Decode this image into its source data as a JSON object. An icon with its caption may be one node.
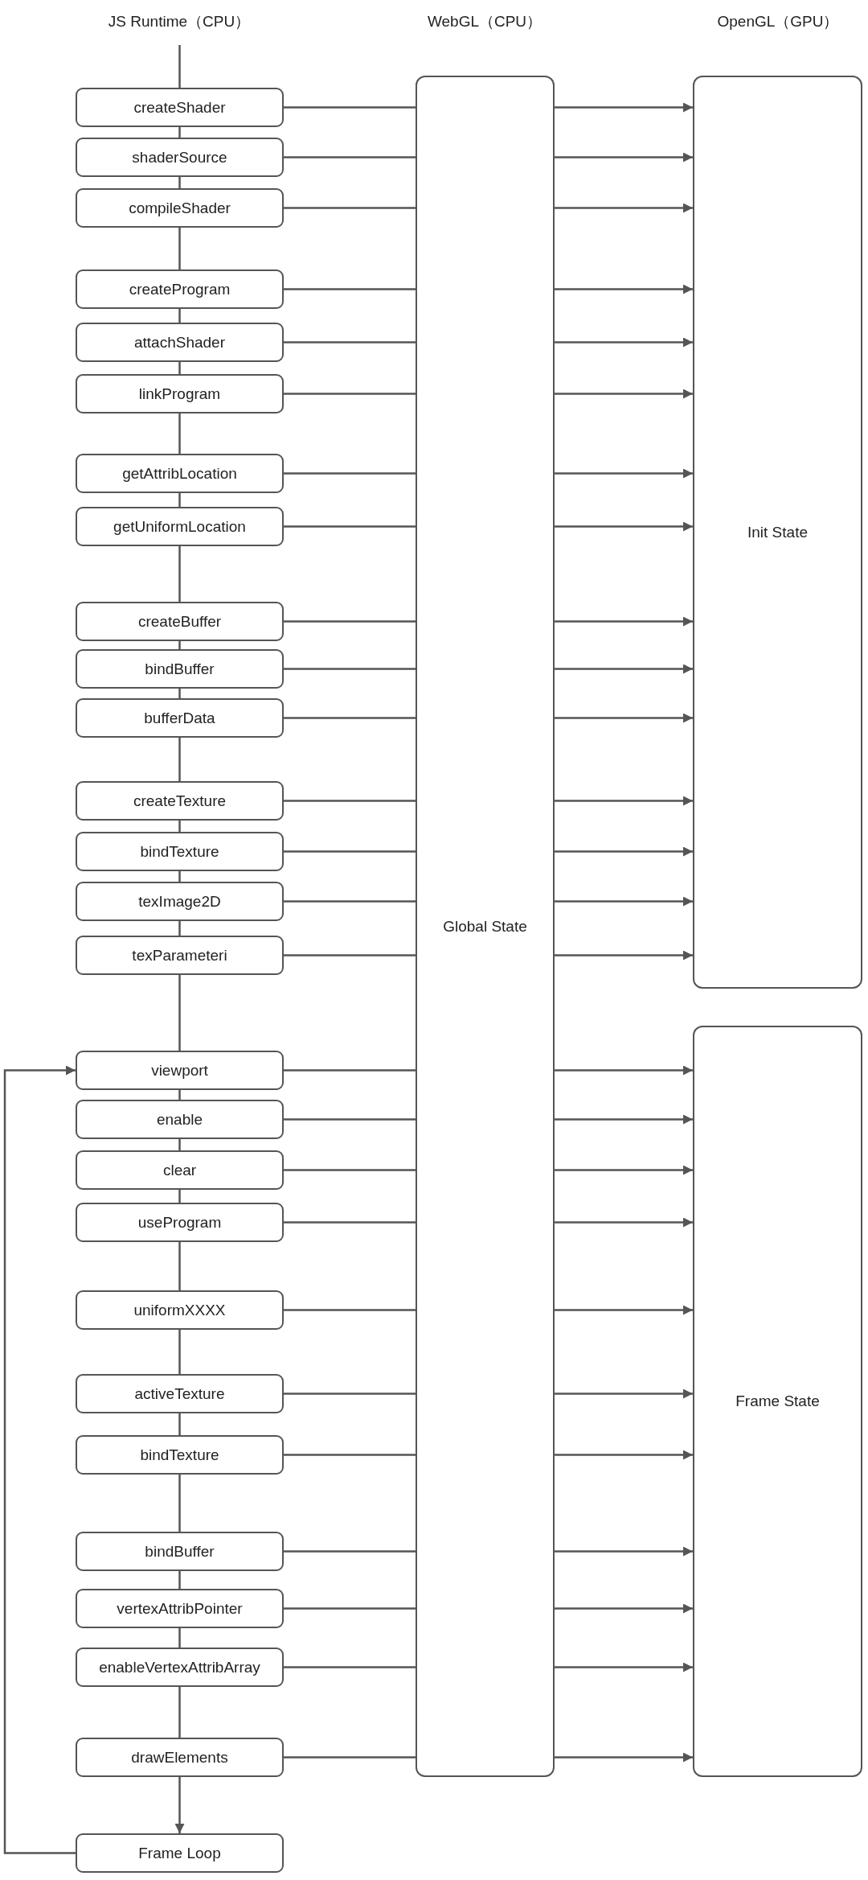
{
  "diagram": {
    "nodes": [
      {
        "text": [
          "createShader"
        ]
      },
      {
        "text": [
          "shaderSource"
        ]
      },
      {
        "text": [
          "compileShader"
        ]
      },
      {
        "text": [
          "createProgram"
        ]
      },
      {
        "text": [
          "attachShader"
        ]
      },
      {
        "text": [
          "linkProgram"
        ]
      },
      {
        "text": [
          "getAttribLocation"
        ]
      },
      {
        "text": [
          "getUniformLocation"
        ]
      },
      {
        "text": [
          "createBuffer"
        ]
      },
      {
        "text": [
          "bindBuffer"
        ]
      },
      {
        "text": [
          "bufferData"
        ]
      },
      {
        "text": [
          "createTexture"
        ]
      },
      {
        "text": [
          "bindTexture"
        ]
      },
      {
        "text": [
          "texImage2D"
        ]
      },
      {
        "text": [
          "texParameteri"
        ]
      },
      {
        "text": [
          "viewport"
        ]
      },
      {
        "text": [
          "enable"
        ]
      },
      {
        "text": [
          "clear"
        ]
      },
      {
        "text": [
          "useProgram"
        ]
      },
      {
        "text": [
          "uniformXXXX"
        ]
      },
      {
        "text": [
          "activeTexture"
        ]
      },
      {
        "text": [
          "bindTexture"
        ]
      },
      {
        "text": [
          "bindBuffer"
        ]
      },
      {
        "text": [
          "vertexAttribPointer"
        ]
      },
      {
        "text": [
          "enableVertexAttribArray"
        ]
      },
      {
        "text": [
          "drawElements"
        ]
      },
      {
        "text": [
          "Frame Loop"
        ]
      },
      {
        "text": [
          "Global State"
        ]
      },
      {
        "text": [
          "Init State"
        ]
      },
      {
        "text": [
          "Frame State"
        ]
      }
    ],
    "edges": [
      {
        "from": null,
        "to": 0,
        "arrow": "none"
      },
      {
        "from": 0,
        "to": 27,
        "arrow": "none"
      },
      {
        "from": 27,
        "to": 28,
        "arrow": "to"
      },
      {
        "from": 1,
        "to": 27,
        "arrow": "none"
      },
      {
        "from": 27,
        "to": 28,
        "arrow": "to"
      },
      {
        "from": 2,
        "to": 27,
        "arrow": "none"
      },
      {
        "from": 27,
        "to": 28,
        "arrow": "to"
      },
      {
        "from": 3,
        "to": 27,
        "arrow": "none"
      },
      {
        "from": 27,
        "to": 28,
        "arrow": "to"
      },
      {
        "from": 4,
        "to": 27,
        "arrow": "none"
      },
      {
        "from": 27,
        "to": 28,
        "arrow": "to"
      },
      {
        "from": 5,
        "to": 27,
        "arrow": "none"
      },
      {
        "from": 27,
        "to": 28,
        "arrow": "to"
      },
      {
        "from": 6,
        "to": 27,
        "arrow": "none"
      },
      {
        "from": 27,
        "to": 28,
        "arrow": "to"
      },
      {
        "from": 7,
        "to": 27,
        "arrow": "none"
      },
      {
        "from": 27,
        "to": 28,
        "arrow": "to"
      },
      {
        "from": 8,
        "to": 27,
        "arrow": "none"
      },
      {
        "from": 27,
        "to": 28,
        "arrow": "to"
      },
      {
        "from": 9,
        "to": 27,
        "arrow": "none"
      },
      {
        "from": 27,
        "to": 28,
        "arrow": "to"
      },
      {
        "from": 10,
        "to": 27,
        "arrow": "none"
      },
      {
        "from": 27,
        "to": 28,
        "arrow": "to"
      },
      {
        "from": 11,
        "to": 27,
        "arrow": "none"
      },
      {
        "from": 27,
        "to": 28,
        "arrow": "to"
      },
      {
        "from": 12,
        "to": 27,
        "arrow": "none"
      },
      {
        "from": 27,
        "to": 28,
        "arrow": "to"
      },
      {
        "from": 13,
        "to": 27,
        "arrow": "none"
      },
      {
        "from": 27,
        "to": 28,
        "arrow": "to"
      },
      {
        "from": 14,
        "to": 27,
        "arrow": "none"
      },
      {
        "from": 27,
        "to": 28,
        "arrow": "to"
      },
      {
        "from": 15,
        "to": 27,
        "arrow": "none"
      },
      {
        "from": 27,
        "to": 29,
        "arrow": "to"
      },
      {
        "from": 16,
        "to": 27,
        "arrow": "none"
      },
      {
        "from": 27,
        "to": 29,
        "arrow": "to"
      },
      {
        "from": 17,
        "to": 27,
        "arrow": "none"
      },
      {
        "from": 27,
        "to": 29,
        "arrow": "to"
      },
      {
        "from": 18,
        "to": 27,
        "arrow": "none"
      },
      {
        "from": 27,
        "to": 29,
        "arrow": "to"
      },
      {
        "from": 19,
        "to": 27,
        "arrow": "none"
      },
      {
        "from": 27,
        "to": 29,
        "arrow": "to"
      },
      {
        "from": 20,
        "to": 27,
        "arrow": "none"
      },
      {
        "from": 27,
        "to": 29,
        "arrow": "to"
      },
      {
        "from": 21,
        "to": 27,
        "arrow": "none"
      },
      {
        "from": 27,
        "to": 29,
        "arrow": "to"
      },
      {
        "from": 22,
        "to": 27,
        "arrow": "none"
      },
      {
        "from": 27,
        "to": 29,
        "arrow": "to"
      },
      {
        "from": 23,
        "to": 27,
        "arrow": "none"
      },
      {
        "from": 27,
        "to": 29,
        "arrow": "to"
      },
      {
        "from": 24,
        "to": 27,
        "arrow": "none"
      },
      {
        "from": 27,
        "to": 29,
        "arrow": "to"
      },
      {
        "from": 25,
        "to": 27,
        "arrow": "none"
      },
      {
        "from": 27,
        "to": 29,
        "arrow": "to"
      },
      {
        "from": 0,
        "to": 1,
        "arrow": "none"
      },
      {
        "from": 1,
        "to": 2,
        "arrow": "none"
      },
      {
        "from": 2,
        "to": 3,
        "arrow": "none"
      },
      {
        "from": 3,
        "to": 4,
        "arrow": "none"
      },
      {
        "from": 4,
        "to": 5,
        "arrow": "none"
      },
      {
        "from": 5,
        "to": 6,
        "arrow": "none"
      },
      {
        "from": 6,
        "to": 7,
        "arrow": "none"
      },
      {
        "from": 7,
        "to": 8,
        "arrow": "none"
      },
      {
        "from": 8,
        "to": 9,
        "arrow": "none"
      },
      {
        "from": 9,
        "to": 10,
        "arrow": "none"
      },
      {
        "from": 10,
        "to": 11,
        "arrow": "none"
      },
      {
        "from": 11,
        "to": 12,
        "arrow": "none"
      },
      {
        "from": 12,
        "to": 13,
        "arrow": "none"
      },
      {
        "from": 13,
        "to": 14,
        "arrow": "none"
      },
      {
        "from": 14,
        "to": 15,
        "arrow": "none"
      },
      {
        "from": 15,
        "to": 16,
        "arrow": "none"
      },
      {
        "from": 16,
        "to": 17,
        "arrow": "none"
      },
      {
        "from": 17,
        "to": 18,
        "arrow": "none"
      },
      {
        "from": 18,
        "to": 19,
        "arrow": "none"
      },
      {
        "from": 19,
        "to": 20,
        "arrow": "none"
      },
      {
        "from": 20,
        "to": 21,
        "arrow": "none"
      },
      {
        "from": 21,
        "to": 22,
        "arrow": "none"
      },
      {
        "from": 22,
        "to": 23,
        "arrow": "none"
      },
      {
        "from": 23,
        "to": 24,
        "arrow": "none"
      },
      {
        "from": 24,
        "to": 25,
        "arrow": "none"
      },
      {
        "from": 25,
        "to": 26,
        "arrow": "to"
      },
      {
        "from": 26,
        "to": 15,
        "arrow": "to"
      }
    ],
    "labels": [
      "JS Runtime（CPU）",
      "WebGL（CPU）",
      "OpenGL（GPU）"
    ]
  }
}
